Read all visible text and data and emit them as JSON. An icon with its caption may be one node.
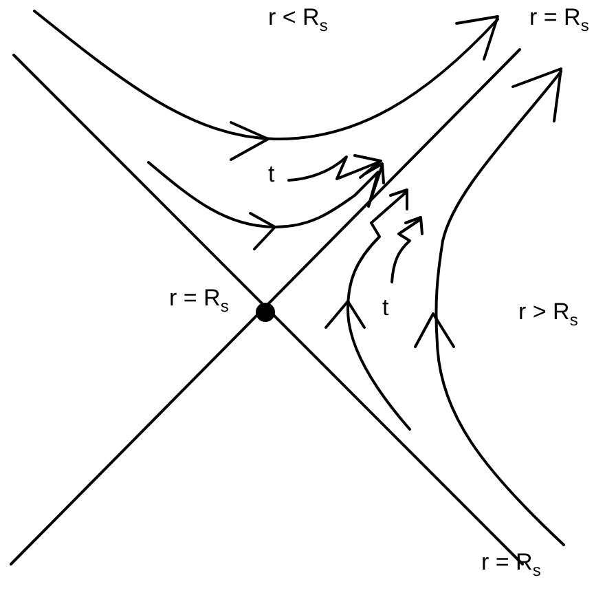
{
  "diagram": {
    "labels": [
      "r < R$_{s}$",
      "r = R$_{s}$",
      "t",
      "r = R$_{s}$",
      "t",
      "r > R$_{s}$",
      "r = R$_{s}$"
    ]
  }
}
